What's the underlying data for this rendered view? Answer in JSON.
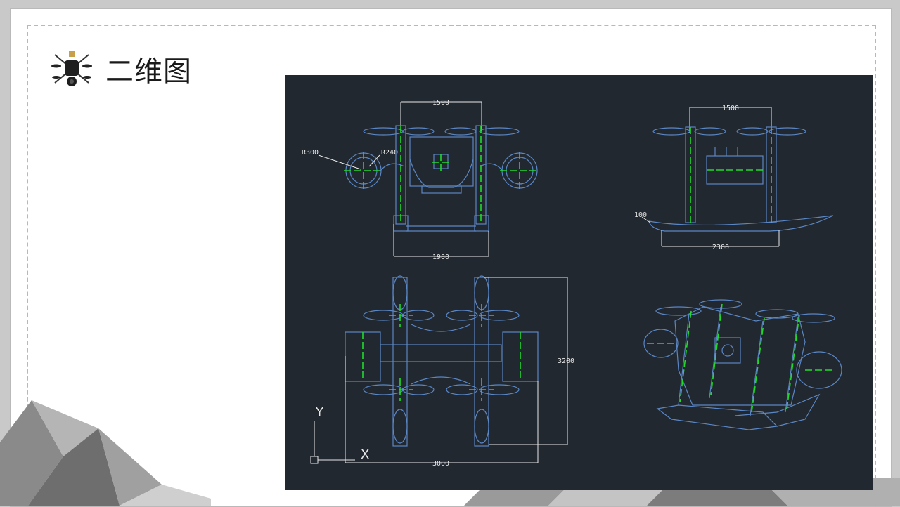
{
  "slide": {
    "title": "二维图",
    "logo_icon": "drone-icon",
    "colors": {
      "cad_background": "#212830",
      "outline_blue": "#5b86c4",
      "centerline_green": "#1fdc2c",
      "dimension_white": "#e8e8e8"
    }
  },
  "drawing": {
    "front_view": {
      "dim_top": "1500",
      "dim_bottom": "1900",
      "radius_outer": "R300",
      "radius_inner": "R240"
    },
    "side_view": {
      "dim_top": "1500",
      "dim_bottom": "2300",
      "dim_left": "100"
    },
    "top_view": {
      "dim_width": "3000",
      "dim_height": "3200"
    },
    "ucs": {
      "x_label": "X",
      "y_label": "Y"
    }
  }
}
